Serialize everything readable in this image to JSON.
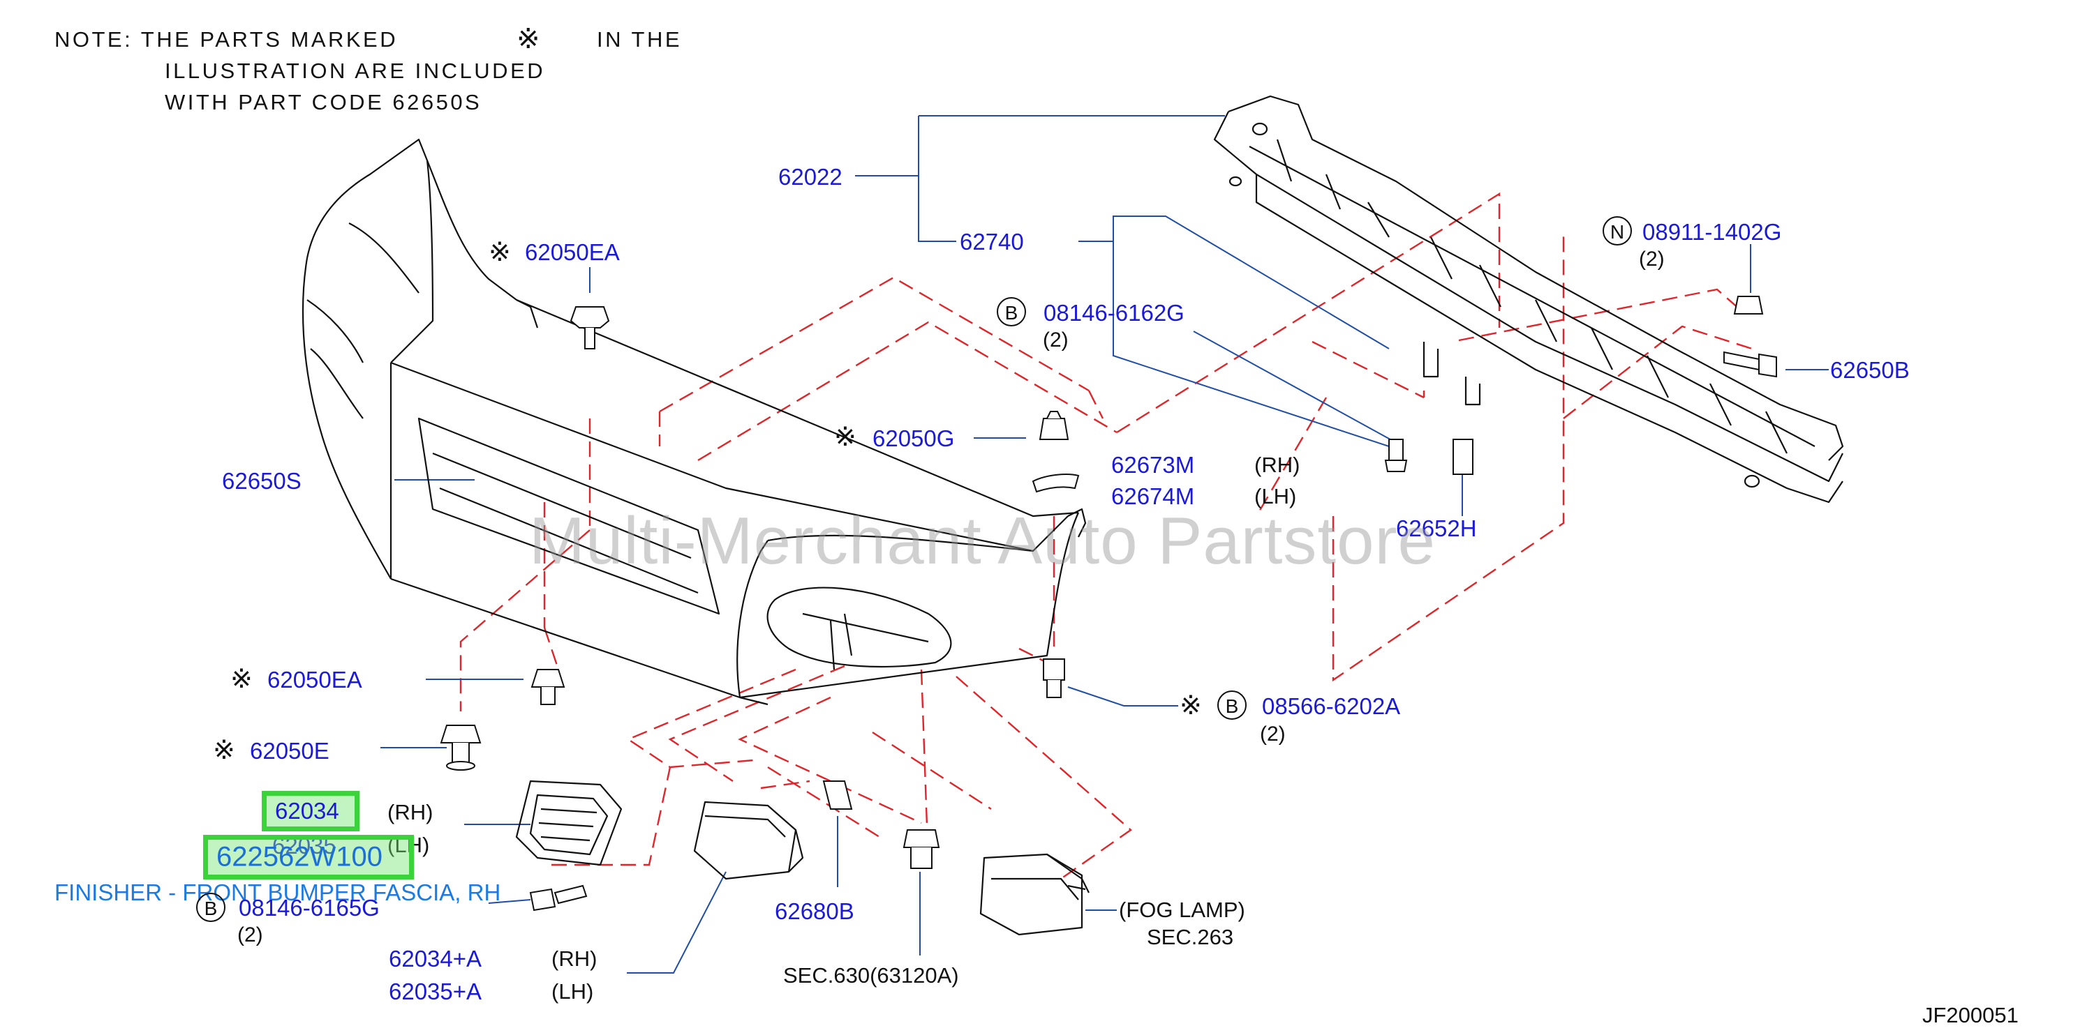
{
  "note": {
    "line1_a": "NOTE:  THE  PARTS  MARKED",
    "mark": "※",
    "line1_b": "IN  THE",
    "line2": "ILLUSTRATION  ARE  INCLUDED",
    "line3": "WITH  PART  CODE  62650S"
  },
  "mark": "※",
  "circle_b": "B",
  "circle_n": "N",
  "parts": {
    "p62022": "62022",
    "p62740": "62740",
    "p62050EA_top": "62050EA",
    "p08146_6162G": "08146-6162G",
    "p08146_6162G_qty": "(2)",
    "p08911_1402G": "08911-1402G",
    "p08911_1402G_qty": "(2)",
    "p62650B": "62650B",
    "p62650S": "62650S",
    "p62050G": "62050G",
    "p62673M": "62673M",
    "p62673M_side": "(RH)",
    "p62674M": "62674M",
    "p62674M_side": "(LH)",
    "p62652H": "62652H",
    "p62050EA_left": "62050EA",
    "p08566_6202A": "08566-6202A",
    "p08566_6202A_qty": "(2)",
    "p62050E": "62050E",
    "p62034": "62034",
    "p62034_side": "(RH)",
    "p62035": "62035",
    "p62035_side": "(LH)",
    "p622562W100": "622562W100",
    "finisher": "FINISHER - FRONT BUMPER FASCIA, RH",
    "p08146_6165G": "08146-6165G",
    "p08146_6165G_qty": "(2)",
    "p62680B": "62680B",
    "p62034A": "62034+A",
    "p62034A_side": "(RH)",
    "p62035A": "62035+A",
    "p62035A_side": "(LH)",
    "sec630": "SEC.630(63120A)",
    "fog_lamp": "(FOG  LAMP)",
    "sec263": "SEC.263"
  },
  "watermark": "Multi-Merchant Auto Partstore",
  "diagram_code": "JF200051",
  "colors": {
    "part_number": "#1a1ad8",
    "leader_line": "#1f4ea8",
    "dash_line": "#e0262a",
    "highlight": "#3ad43a"
  }
}
